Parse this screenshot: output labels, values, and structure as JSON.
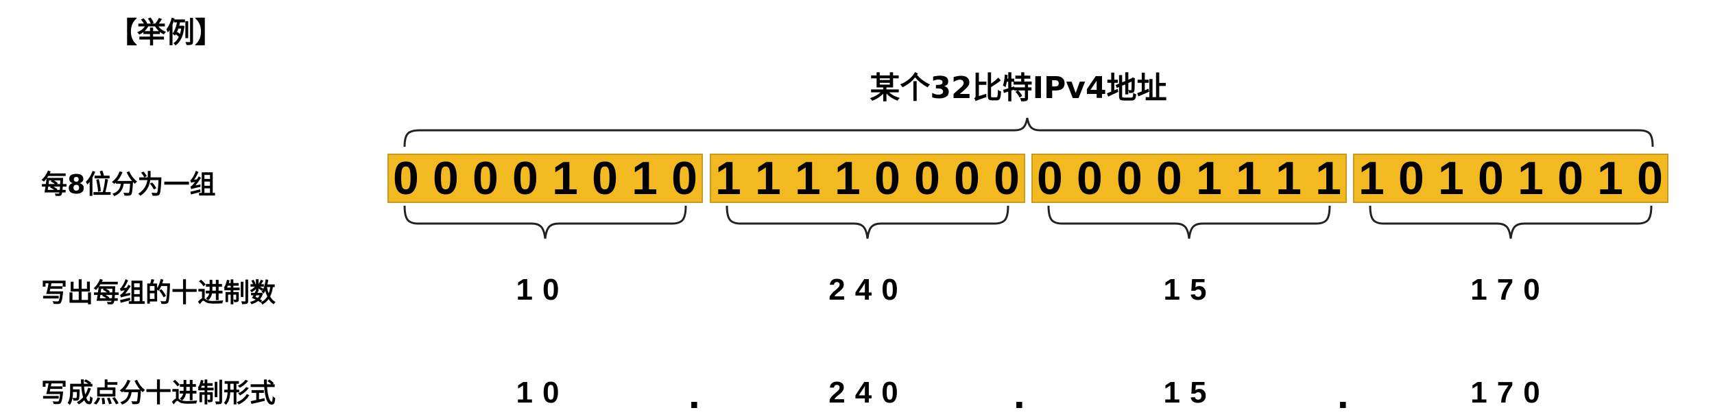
{
  "title": "【举例】",
  "top_label": "某个32比特IPv4地址",
  "rows": {
    "group_label": "每8位分为一组",
    "decimal_label": "写出每组的十进制数",
    "dotted_label": "写成点分十进制形式"
  },
  "groups": [
    {
      "bits": [
        "0",
        "0",
        "0",
        "0",
        "1",
        "0",
        "1",
        "0"
      ],
      "decimal": "10"
    },
    {
      "bits": [
        "1",
        "1",
        "1",
        "1",
        "0",
        "0",
        "0",
        "0"
      ],
      "decimal": "240"
    },
    {
      "bits": [
        "0",
        "0",
        "0",
        "0",
        "1",
        "1",
        "1",
        "1"
      ],
      "decimal": "15"
    },
    {
      "bits": [
        "1",
        "0",
        "1",
        "0",
        "1",
        "0",
        "1",
        "0"
      ],
      "decimal": "170"
    }
  ],
  "dot": ".",
  "colors": {
    "box_fill": "#f3b921",
    "box_border": "#c99a20"
  }
}
